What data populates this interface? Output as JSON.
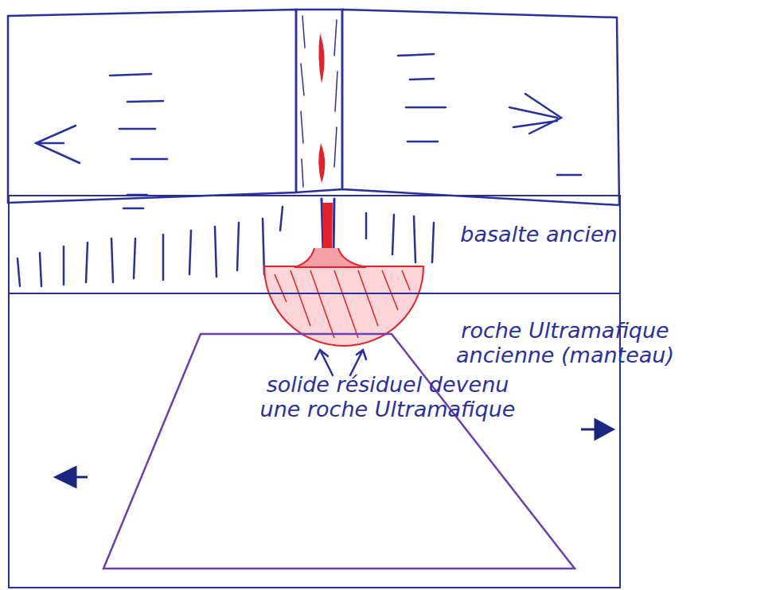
{
  "diagram": {
    "nodes": [
      {
        "text": [
          "basalte ancien"
        ]
      },
      {
        "text": [
          "roche Ultramafique ancienne (manteau)"
        ]
      },
      {
        "text": [
          "solide résiduel devenu une roche Ultramafique"
        ],
        "in": 1
      }
    ]
  }
}
